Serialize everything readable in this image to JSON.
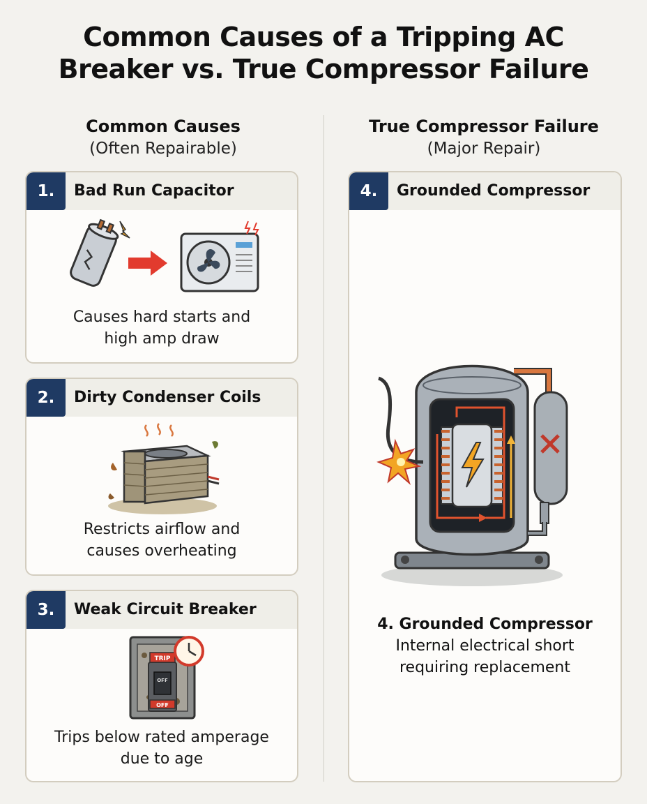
{
  "title": {
    "line1": "Common Causes of a Tripping AC",
    "line2": "Breaker vs. True Compressor Failure"
  },
  "left_column": {
    "heading": "Common Causes",
    "subheading": "(Often Repairable)"
  },
  "right_column": {
    "heading": "True Compressor Failure",
    "subheading": "(Major Repair)"
  },
  "cards": [
    {
      "number": "1.",
      "title": "Bad Run Capacitor",
      "desc_line1": "Causes hard starts and",
      "desc_line2": "high amp draw"
    },
    {
      "number": "2.",
      "title": "Dirty Condenser Coils",
      "desc_line1": "Restricts airflow and",
      "desc_line2": "causes overheating"
    },
    {
      "number": "3.",
      "title": "Weak Circuit Breaker",
      "desc_line1": "Trips below rated amperage",
      "desc_line2": "due to age"
    },
    {
      "number": "4.",
      "title": "Grounded Compressor",
      "caption_title": "4. Grounded Compressor",
      "desc_line1": "Internal electrical short",
      "desc_line2": "requiring replacement"
    }
  ],
  "breaker_labels": {
    "trip": "TRIP",
    "off_mid": "OFF",
    "off_bottom": "OFF"
  },
  "colors": {
    "badge": "#1f3a63",
    "arrow": "#e23b2e",
    "copper": "#d9773f",
    "spark": "#f2a524"
  }
}
